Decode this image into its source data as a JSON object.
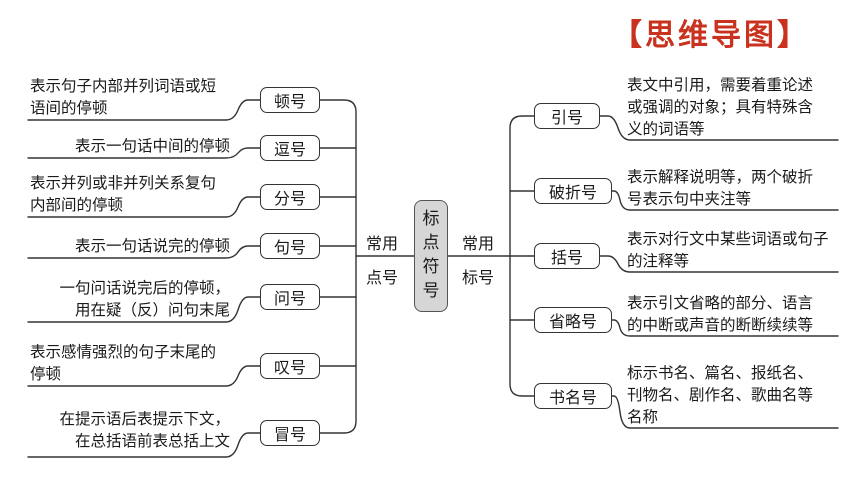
{
  "title": "【思维导图】",
  "center": "标\n点\n符\n号",
  "left_branch": {
    "top": "常用",
    "bottom": "点号"
  },
  "right_branch": {
    "top": "常用",
    "bottom": "标号"
  },
  "left_items": [
    {
      "name": "顿号",
      "desc": "表示句子内部并列词语或短\n语间的停顿"
    },
    {
      "name": "逗号",
      "desc": "表示一句话中间的停顿"
    },
    {
      "name": "分号",
      "desc": "表示并列或非并列关系复句\n内部间的停顿"
    },
    {
      "name": "句号",
      "desc": "表示一句话说完的停顿"
    },
    {
      "name": "问号",
      "desc": "一句问话说完后的停顿，\n用在疑（反）问句末尾"
    },
    {
      "name": "叹号",
      "desc": "表示感情强烈的句子末尾的\n停顿"
    },
    {
      "name": "冒号",
      "desc": "在提示语后表提示下文，\n在总括语前表总括上文"
    }
  ],
  "right_items": [
    {
      "name": "引号",
      "desc": "表文中引用，需要着重论述\n或强调的对象；具有特殊含\n义的词语等"
    },
    {
      "name": "破折号",
      "desc": "表示解释说明等，两个破折\n号表示句中夹注等"
    },
    {
      "name": "括号",
      "desc": "表示对行文中某些词语或句子\n的注释等"
    },
    {
      "name": "省略号",
      "desc": "表示引文省略的部分、语言\n的中断或声音的断断续续等"
    },
    {
      "name": "书名号",
      "desc": "标示书名、篇名、报纸名、\n刊物名、剧作名、歌曲名等\n名称"
    }
  ]
}
